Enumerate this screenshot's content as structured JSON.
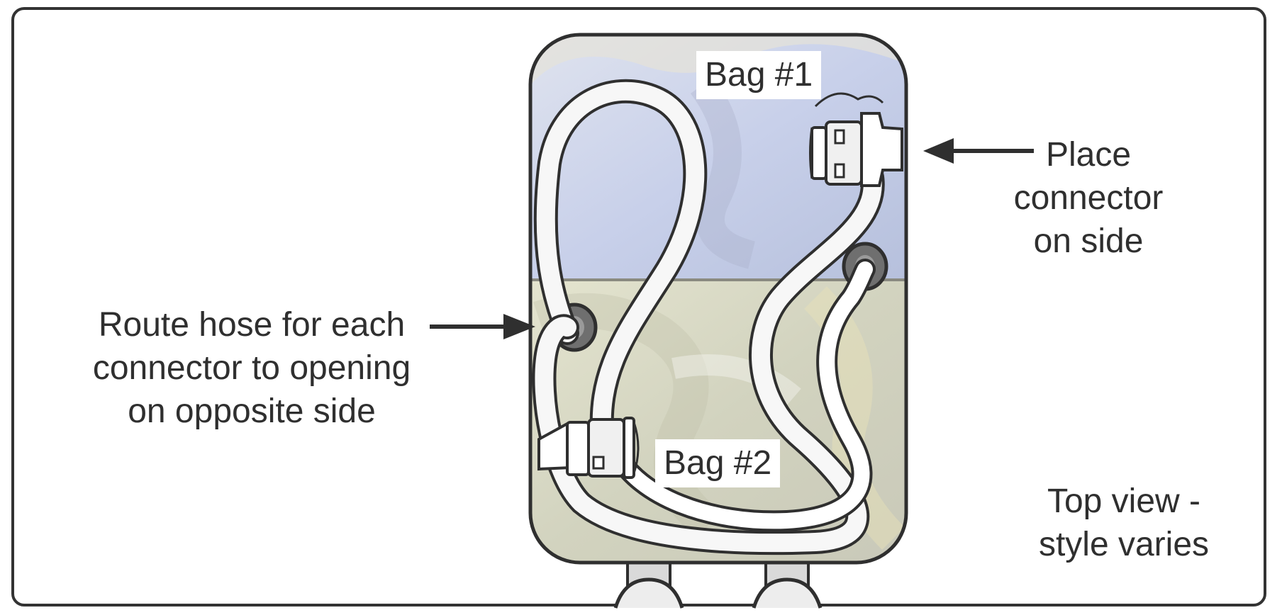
{
  "labels": {
    "bag1": "Bag #1",
    "bag2": "Bag #2",
    "place_connector": [
      "Place",
      "connector",
      "on side"
    ],
    "route_hose": [
      "Route hose for each",
      "connector to opening",
      "on opposite side"
    ],
    "top_view": [
      "Top view -",
      "style varies"
    ]
  },
  "colors": {
    "outline": "#2f2f2f",
    "hose_fill": "#f7f7f7",
    "bag1_tint": "#c5cde6",
    "bag2_tint": "#d6d6bc",
    "opening": "#6f6f6f"
  }
}
